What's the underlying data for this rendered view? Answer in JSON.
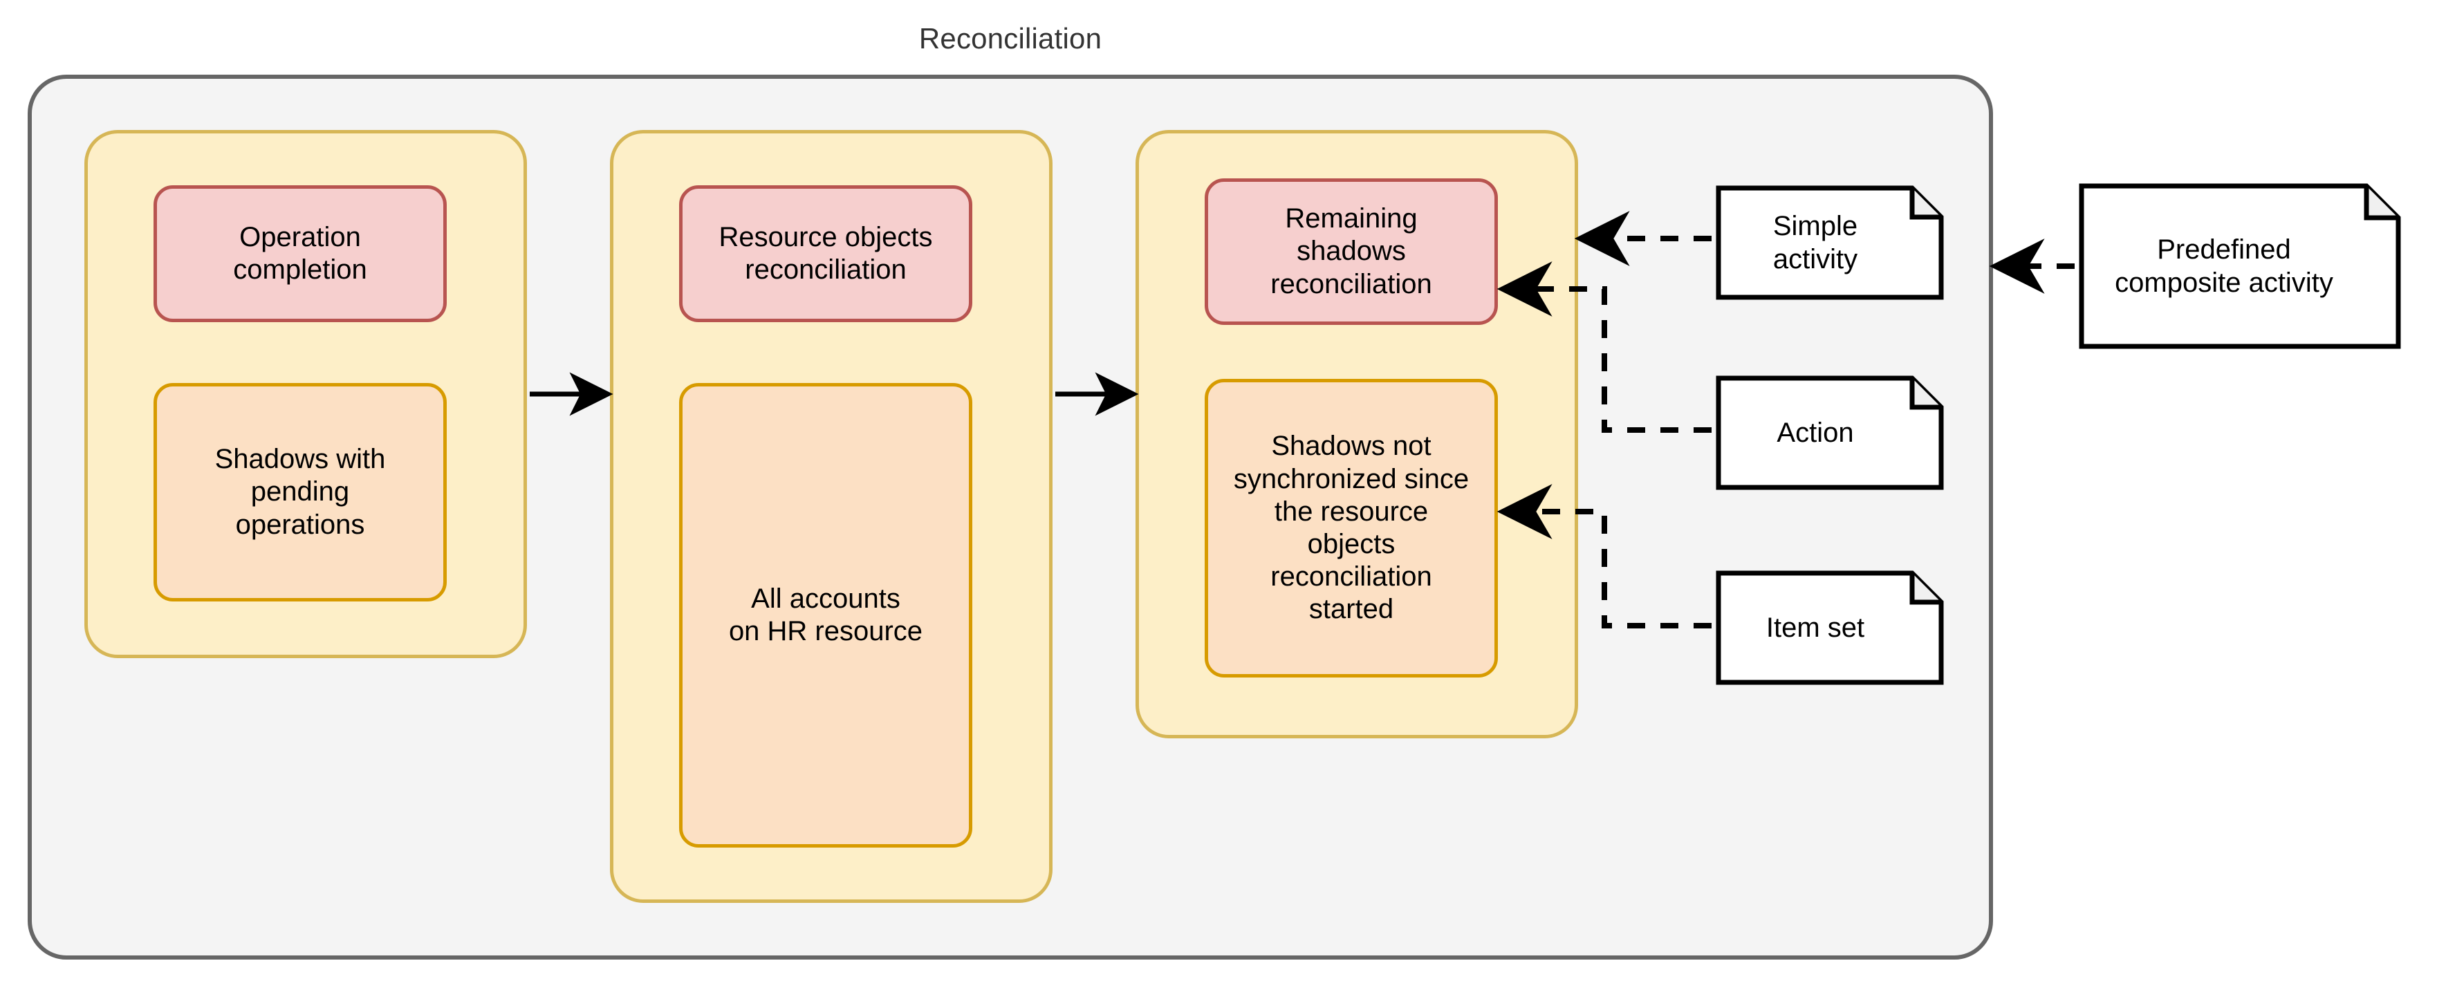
{
  "diagram": {
    "title": "Reconciliation",
    "type": "activity-flow",
    "colors": {
      "pool_fill": "#f4f4f4",
      "pool_stroke": "#666666",
      "phase_fill": "#fdefc8",
      "phase_stroke": "#d6b656",
      "simple_activity_fill": "#f6cfce",
      "simple_activity_stroke": "#b85450",
      "item_set_fill": "#fce0c4",
      "item_set_stroke": "#d79b00",
      "note_fill": "#ffffff",
      "note_stroke": "#000000",
      "connector": "#000000",
      "title_text": "#333333"
    }
  },
  "phases": [
    {
      "id": "phase-1",
      "boxes": [
        {
          "id": "operation-completion",
          "label": "Operation\ncompletion",
          "kind": "simple-activity"
        },
        {
          "id": "shadows-with-pending-operations",
          "label": "Shadows with\npending\noperations",
          "kind": "item-set"
        }
      ]
    },
    {
      "id": "phase-2",
      "boxes": [
        {
          "id": "resource-objects-reconciliation",
          "label": "Resource objects\nreconciliation",
          "kind": "simple-activity"
        },
        {
          "id": "all-accounts-on-hr-resource",
          "label": "All accounts\non HR resource",
          "kind": "item-set"
        }
      ]
    },
    {
      "id": "phase-3",
      "boxes": [
        {
          "id": "remaining-shadows-reconciliation",
          "label": "Remaining\nshadows\nreconciliation",
          "kind": "simple-activity"
        },
        {
          "id": "shadows-not-synchronized",
          "label": "Shadows not\nsynchronized since\nthe resource\nobjects\nreconciliation\nstarted",
          "kind": "item-set"
        }
      ]
    }
  ],
  "legend": {
    "notes": [
      {
        "id": "simple-activity",
        "label": "Simple\nactivity"
      },
      {
        "id": "action",
        "label": "Action"
      },
      {
        "id": "item-set",
        "label": "Item set"
      },
      {
        "id": "predefined-composite-activity",
        "label": "Predefined\ncomposite activity"
      }
    ]
  },
  "edges": [
    {
      "from": "phase-1",
      "to": "phase-2",
      "style": "solid-arrow"
    },
    {
      "from": "phase-2",
      "to": "phase-3",
      "style": "solid-arrow"
    },
    {
      "from": "simple-activity",
      "to": "remaining-shadows-reconciliation",
      "style": "dashed-arrow"
    },
    {
      "from": "action",
      "to": "remaining-shadows-reconciliation",
      "style": "dashed-arrow"
    },
    {
      "from": "item-set",
      "to": "shadows-not-synchronized",
      "style": "dashed-arrow"
    },
    {
      "from": "predefined-composite-activity",
      "to": "simple-activity",
      "style": "dashed-arrow"
    }
  ]
}
